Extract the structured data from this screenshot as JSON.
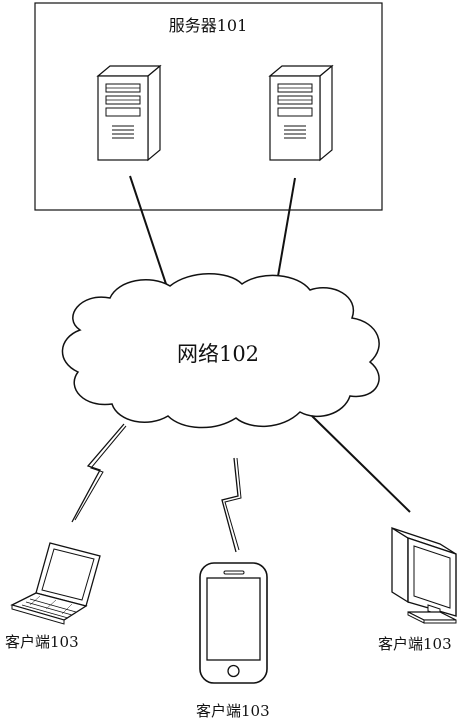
{
  "server_group": {
    "label": "服务器101"
  },
  "network": {
    "label": "网络102"
  },
  "clients": {
    "laptop_label": "客户端103",
    "phone_label": "客户端103",
    "desktop_label": "客户端103"
  },
  "colors": {
    "stroke": "#111111",
    "background": "#ffffff"
  }
}
